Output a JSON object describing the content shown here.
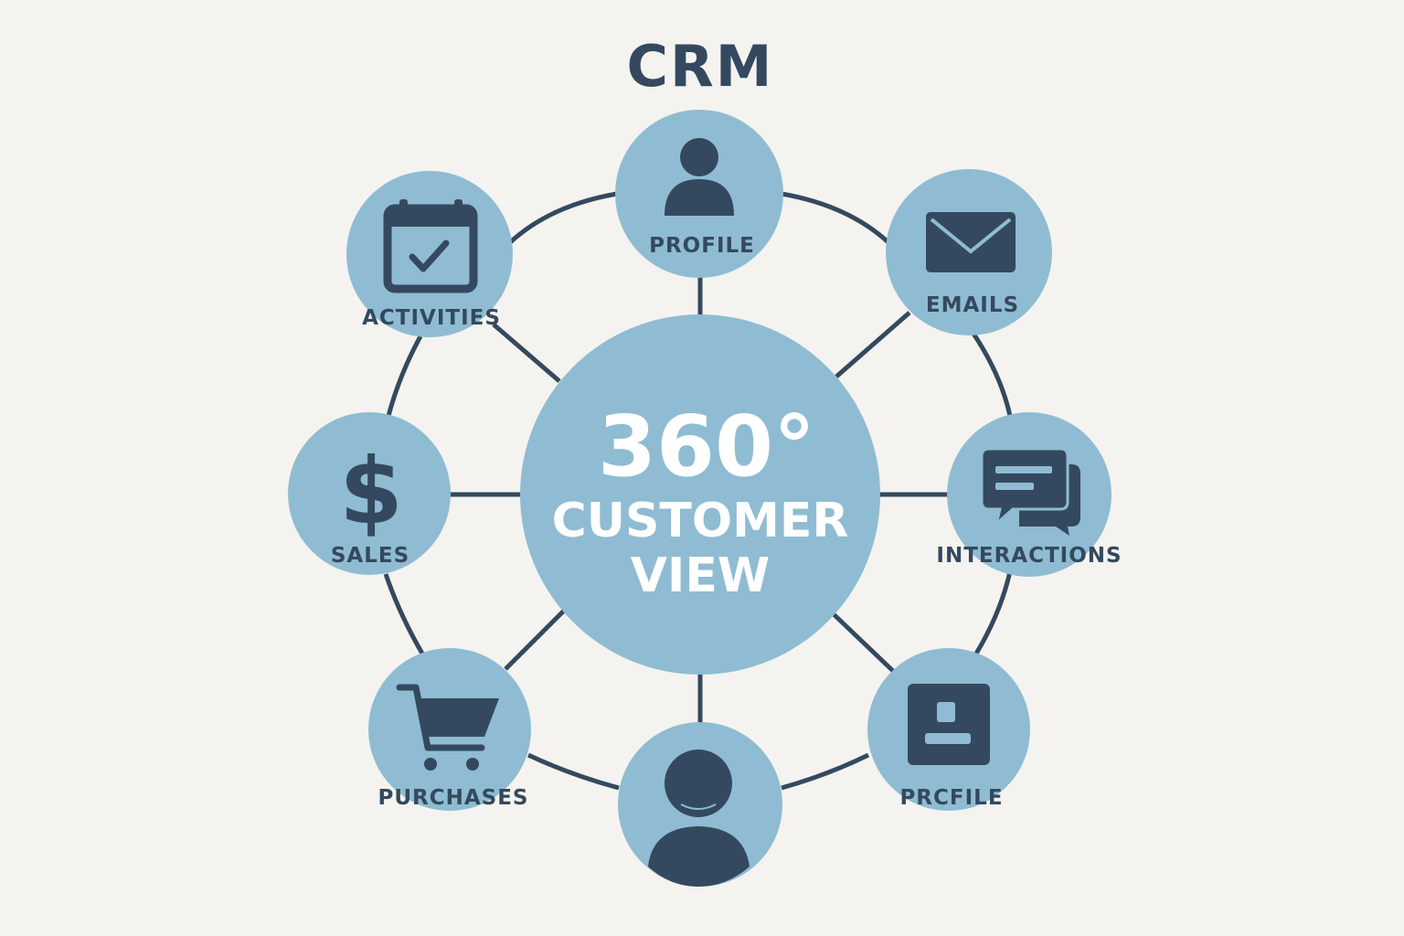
{
  "title": "CRM",
  "center": {
    "line1": "360°",
    "line2": "CUSTOMER",
    "line3": "VIEW"
  },
  "nodes": [
    {
      "id": "profile-top",
      "label": "PROFILE",
      "icon": "person-icon"
    },
    {
      "id": "emails",
      "label": "EMAILS",
      "icon": "envelope-icon"
    },
    {
      "id": "interactions",
      "label": "INTERACTIONS",
      "icon": "chat-bubbles-icon"
    },
    {
      "id": "profile-bottom-right",
      "label": "PRCFILE",
      "icon": "id-card-icon"
    },
    {
      "id": "customer-bottom",
      "label": "",
      "icon": "customer-avatar-icon"
    },
    {
      "id": "purchases",
      "label": "PURCHASES",
      "icon": "shopping-cart-icon"
    },
    {
      "id": "sales",
      "label": "SALES",
      "icon": "dollar-icon"
    },
    {
      "id": "activities",
      "label": "ACTIVITIES",
      "icon": "calendar-check-icon"
    }
  ],
  "colors": {
    "background": "#f4f3ef",
    "circle_fill": "#8fbcd2",
    "dark": "#34495f",
    "center_text": "#ffffff"
  }
}
